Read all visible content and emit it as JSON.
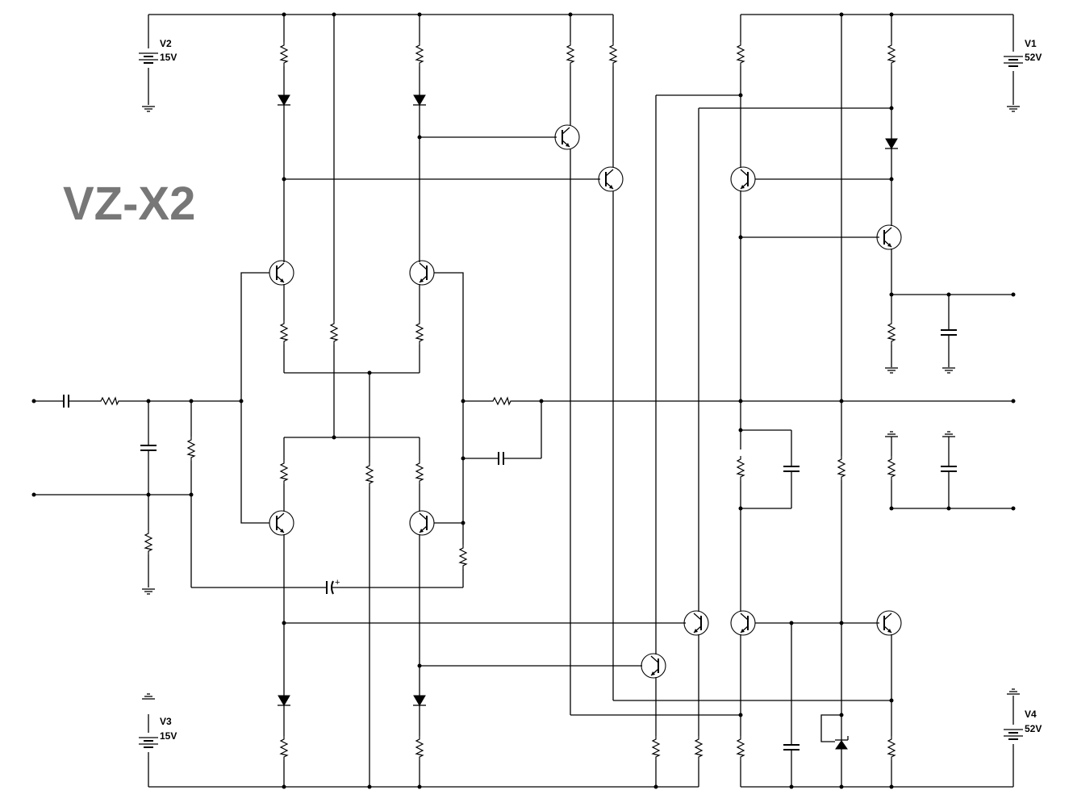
{
  "title": "VZ-X2",
  "sources": [
    {
      "name": "V2",
      "value": "15V"
    },
    {
      "name": "V1",
      "value": "52V"
    },
    {
      "name": "V3",
      "value": "15V"
    },
    {
      "name": "V4",
      "value": "52V"
    }
  ],
  "capacitor_polarity": "+",
  "colors": {
    "wire": "#000000",
    "title": "#777777"
  }
}
